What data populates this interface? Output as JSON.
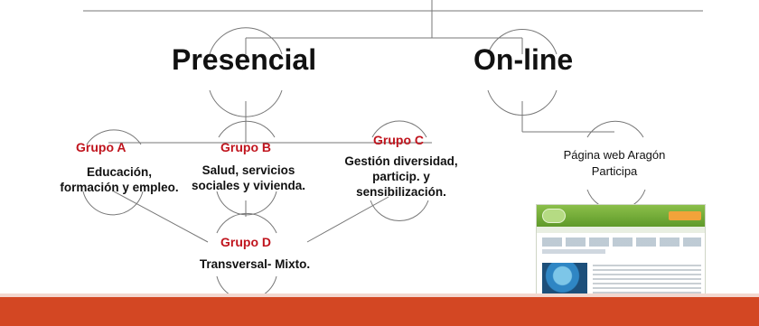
{
  "nodes": {
    "presencial": "Presencial",
    "online": "On-line"
  },
  "groups": {
    "a": {
      "label": "Grupo A",
      "line1": "Educación,",
      "line2": "formación y empleo."
    },
    "b": {
      "label": "Grupo B",
      "line1": "Salud, servicios",
      "line2": "sociales y vivienda."
    },
    "c": {
      "label": "Grupo C",
      "line1": "Gestión diversidad,",
      "line2": "particip. y",
      "line3": "sensibilización."
    },
    "d": {
      "label": "Grupo D",
      "line1": "Transversal- Mixto."
    }
  },
  "online_child": {
    "line1": "Página web Aragón",
    "line2": "Participa"
  },
  "colors": {
    "group_label": "#c0141d",
    "lines": "#6e6e6e",
    "footer": "#d34723"
  }
}
